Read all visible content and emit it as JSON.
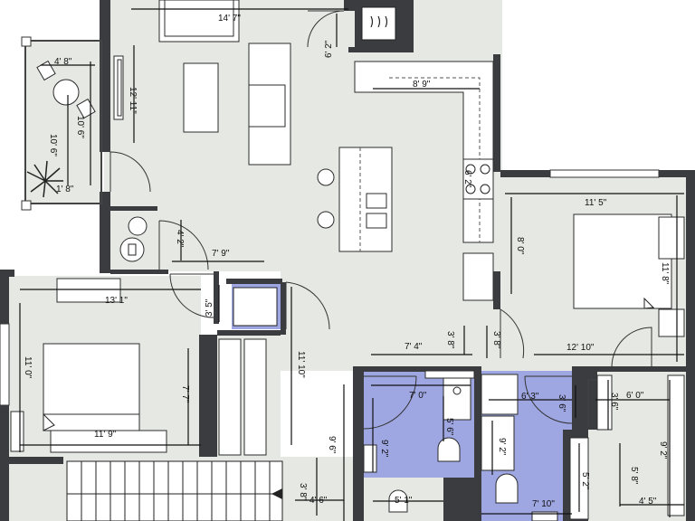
{
  "colors": {
    "wall": "#3a3c40",
    "floor": "#e6e8e3",
    "bathroom_floor": "#9ea7e2",
    "furniture": "#ffffff"
  },
  "dimensions": {
    "living_width": "14' 7\"",
    "entry_depth": "6' 2\"",
    "balcony_width": "4' 8\"",
    "balcony_depth_a": "10' 6\"",
    "balcony_depth_b": "10' 6\"",
    "balcony_small": "1' 8\"",
    "living_depth": "12' 11\"",
    "kitchen_width": "8' 9\"",
    "hall_width": "7' 9\"",
    "laundry": "4' 2\"",
    "bedroom2_width": "13' 1\"",
    "closet_width": "3' 5\"",
    "bedroom2_depth": "11' 0\"",
    "bedroom2_bottom": "11' 9\"",
    "closet_depth": "7' 7\"",
    "hall_length": "11' 10\"",
    "bedroom1_width": "11' 5\"",
    "bedroom1_closet": "8' 0\"",
    "bedroom1_depth": "11' 8\"",
    "hall_a": "7' 4\"",
    "hall_b": "3' 8\"",
    "hall_c": "3' 8\"",
    "hall_d": "12' 10\"",
    "bath1_width": "7' 0\"",
    "bath1_vanity": "5' 6\"",
    "bath1_depth": "9' 2\"",
    "bath1_bottom": "5' 1\"",
    "bath2_width": "6' 3\"",
    "bath2_door": "3' 6\"",
    "bath2_depth": "9' 2\"",
    "bath2_bottom": "7' 10\"",
    "closet3_width": "6' 0\"",
    "closet3_side": "3' 6\"",
    "wic_depth": "9' 2\"",
    "wic_inner": "5' 8\"",
    "wic_bottom": "4' 5\"",
    "wic_shelf": "5' 2\"",
    "stair_depth": "9' 6\"",
    "stair_a": "3' 8\"",
    "stair_b": "4' 6\""
  }
}
